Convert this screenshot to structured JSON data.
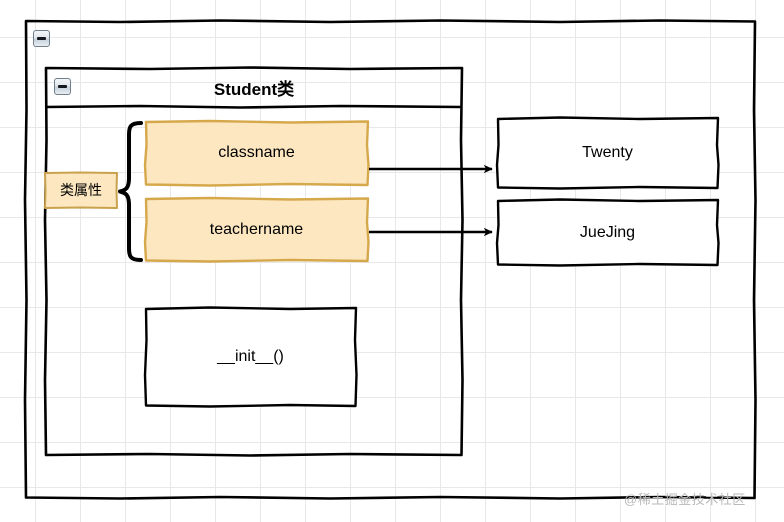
{
  "diagram": {
    "title": "Student类",
    "outer_frame": {
      "name": "outer-container"
    },
    "class_box": {
      "header_label": "Student类",
      "collapse_icon": "minus-icon"
    },
    "outer_collapse_icon": "minus-icon",
    "attribute_group_label": "类属性",
    "attributes": [
      {
        "label": "classname",
        "value": "Twenty"
      },
      {
        "label": "teachername",
        "value": "JueJing"
      }
    ],
    "methods": [
      {
        "label": "__init__()"
      }
    ],
    "values": [
      {
        "label": "Twenty"
      },
      {
        "label": "JueJing"
      }
    ],
    "colors": {
      "attribute_fill": "#FCE7C0",
      "attribute_stroke": "#D6A84C",
      "stroke": "#000000",
      "grid": "#E8E8E8",
      "background": "#FFFFFF",
      "watermark": "#B9B9B9"
    }
  },
  "watermark": "@稀土掘金技术社区"
}
